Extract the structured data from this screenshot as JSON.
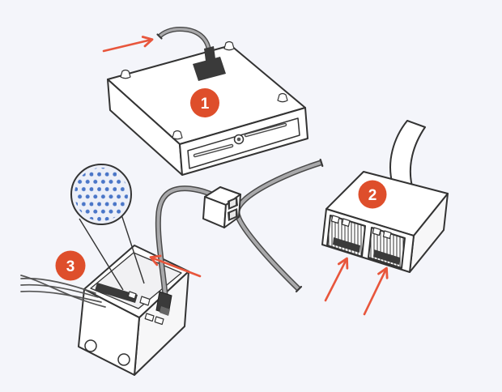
{
  "illustrations": {
    "cash_drawer": {
      "badge": "1",
      "icon": "cash-drawer-icon"
    },
    "splitter": {
      "badge": "2",
      "icon": "rj12-splitter-icon"
    },
    "printer": {
      "badge": "3",
      "icon": "receipt-printer-icon"
    },
    "coupler": {
      "icon": "cable-coupler-icon"
    },
    "magnifier": {
      "icon": "magnifier-detail-icon"
    }
  },
  "colors": {
    "background": "#F4F5FA",
    "badge": "#DE4E2B",
    "arrow": "#E8563C",
    "outline": "#333333",
    "cable": "#A9A9AB",
    "dots": "#4A76C8",
    "magnifier_fill": "#ECEFF8"
  }
}
